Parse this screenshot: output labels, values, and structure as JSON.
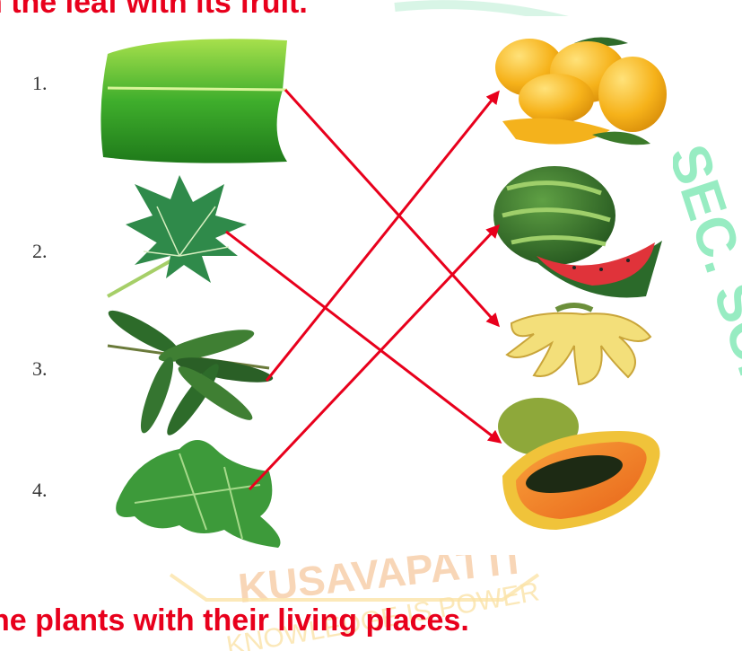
{
  "heading_top": "h the leaf with its fruit.",
  "heading_bottom": "he plants with their living places.",
  "numbers": [
    "1.",
    "2.",
    "3.",
    "4."
  ],
  "watermark": {
    "arc_text": "SEC. SCHOOL",
    "banner_text": "KUSAVAPATTI",
    "ribbon_text": "KNOWLEDGE IS POWER"
  },
  "leaves": [
    "banana-leaf",
    "papaya-leaf",
    "mango-leaf",
    "watermelon-leaf"
  ],
  "fruits": [
    "mango",
    "watermelon",
    "banana",
    "papaya"
  ],
  "matches": [
    {
      "leaf": 1,
      "fruit": 3
    },
    {
      "leaf": 2,
      "fruit": 4
    },
    {
      "leaf": 3,
      "fruit": 1
    },
    {
      "leaf": 4,
      "fruit": 2
    }
  ],
  "colors": {
    "arrow": "#e8001c",
    "heading": "#e8001c",
    "watermark_green": "#7ee8b4",
    "watermark_orange": "#f6c9a0"
  }
}
